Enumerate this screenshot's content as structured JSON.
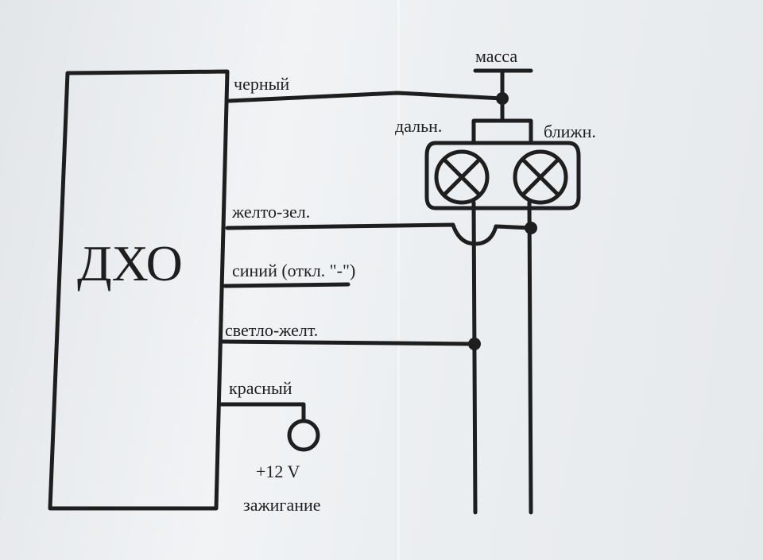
{
  "diagram": {
    "block_label": "ДХО",
    "wires": {
      "black": "черный",
      "yellow_green": "желто-зел.",
      "blue": "синий (откл. \"-\")",
      "light_yellow": "светло-желт.",
      "red": "красный"
    },
    "ground": "масса",
    "lamp_far": "дальн.",
    "lamp_near": "ближн.",
    "supply_voltage": "+12 V",
    "supply_source": "зажигание"
  },
  "colors": {
    "ink": "#1e1e1e",
    "paper": "#eef0f2"
  }
}
